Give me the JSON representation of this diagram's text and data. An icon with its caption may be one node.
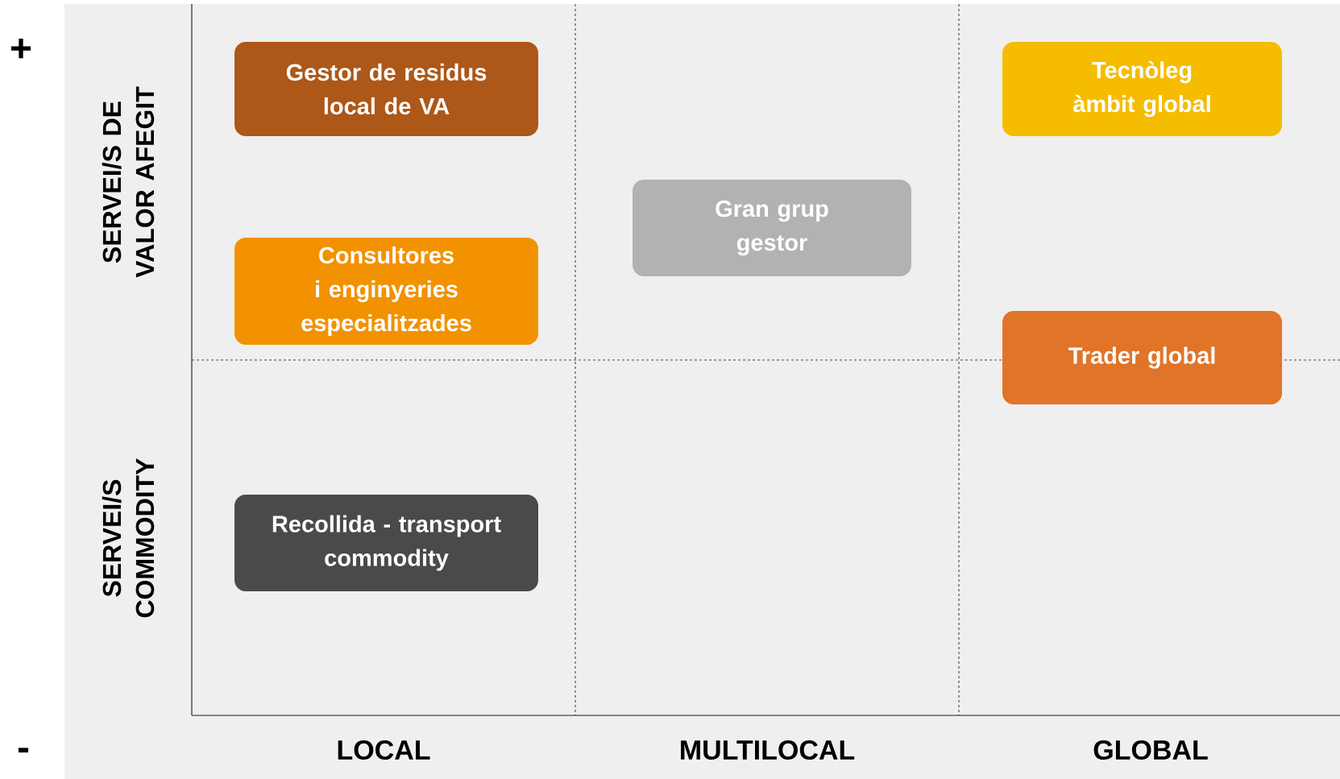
{
  "diagram": {
    "nodes": [
      {
        "text": [
          "Gestor de residus local de VA"
        ]
      },
      {
        "text": [
          "Consultores i enginyeries especialitzades"
        ]
      },
      {
        "text": [
          "Recollida - transport commodity"
        ]
      },
      {
        "text": [
          "Gran grup gestor"
        ]
      },
      {
        "text": [
          "Tecnòleg àmbit global"
        ]
      },
      {
        "text": [
          "Trader global"
        ]
      }
    ],
    "labels": [
      "+",
      "SERVEI/S DE VALOR AFEGIT",
      "SERVEI/S COMMODITY",
      "-",
      "LOCAL",
      "MULTILOCAL",
      "GLOBAL"
    ]
  }
}
